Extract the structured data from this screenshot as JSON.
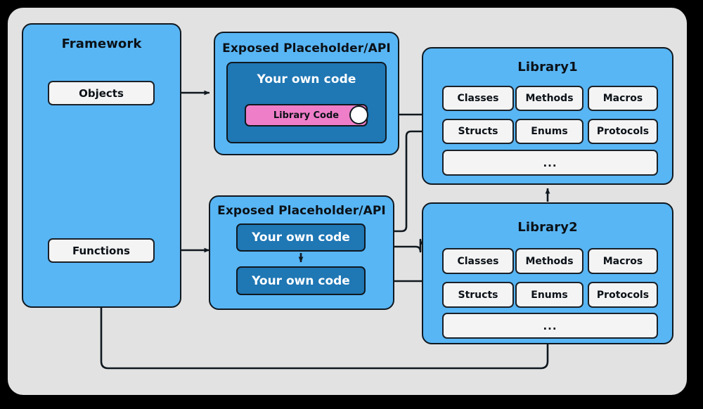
{
  "colors": {
    "page_background": "#000000",
    "stage_background": "#e2e2e2",
    "panel_blue": "#58b6f5",
    "inner_blue": "#1f77b4",
    "library_code_pink": "#ef7ec8",
    "white_box": "#f4f4f4",
    "stroke": "#10181f"
  },
  "framework": {
    "title": "Framework",
    "objects_label": "Objects",
    "functions_label": "Functions"
  },
  "api_top": {
    "title": "Exposed Placeholder/API",
    "your_own_code": "Your own code",
    "library_code": "Library Code"
  },
  "api_bottom": {
    "title": "Exposed Placeholder/API",
    "your_own_code_1": "Your own code",
    "your_own_code_2": "Your own code"
  },
  "library1": {
    "title": "Library1",
    "items": [
      "Classes",
      "Methods",
      "Macros",
      "Structs",
      "Enums",
      "Protocols"
    ],
    "more": "..."
  },
  "library2": {
    "title": "Library2",
    "items": [
      "Classes",
      "Methods",
      "Macros",
      "Structs",
      "Enums",
      "Protocols"
    ],
    "more": "..."
  }
}
